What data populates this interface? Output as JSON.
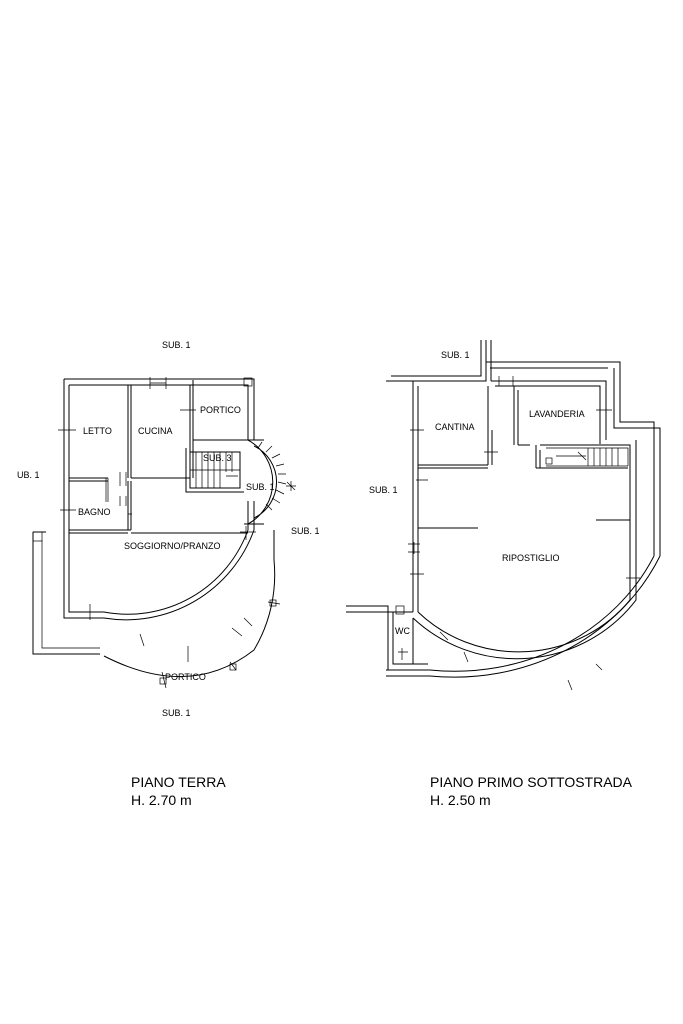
{
  "ground_floor": {
    "labels": {
      "sub_top": "SUB. 1",
      "sub_left": "UB. 1",
      "sub_stair_right": "SUB. 1",
      "sub_right": "SUB. 1",
      "sub_bottom": "SUB. 1",
      "stair": "SUB. 3",
      "letto": "LETTO",
      "cucina": "CUCINA",
      "portico_top": "PORTICO",
      "bagno": "BAGNO",
      "soggiorno": "SOGGIORNO/PRANZO",
      "portico_bottom": "PORTICO"
    },
    "title": "PIANO TERRA",
    "height": "H. 2.70 m"
  },
  "basement_floor": {
    "labels": {
      "sub_top": "SUB. 1",
      "sub_left": "SUB. 1",
      "cantina": "CANTINA",
      "lavanderia": "LAVANDERIA",
      "ripostiglio": "RIPOSTIGLIO",
      "wc": "WC"
    },
    "title": "PIANO PRIMO SOTTOSTRADA",
    "height": "H. 2.50 m"
  }
}
